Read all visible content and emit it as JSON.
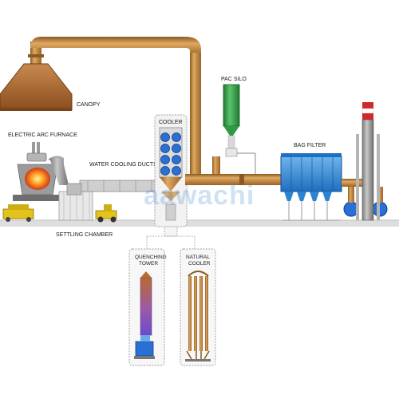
{
  "labels": {
    "canopy": "CANOPY",
    "electric_arc_furnace": "ELECTRIC ARC FURNACE",
    "water_cooling_ducts": "WATER COOLING DUCTS",
    "settling_chamber": "SETTLING CHAMBER",
    "cooler": "COOLER",
    "pac_silo": "PAC SILO",
    "bag_filter": "BAG FILTER",
    "quenching_tower_line1": "QUENCHING",
    "quenching_tower_line2": "TOWER",
    "natural_cooler_line1": "NATURAL",
    "natural_cooler_line2": "COOLER"
  },
  "watermark": "aawachi",
  "colors": {
    "duct": "#c98a3e",
    "duct_dark": "#8a5a22",
    "duct_light": "#e0a860",
    "canopy": "#b06a30",
    "pac_silo": "#2e9a45",
    "bag_filter": "#2b84d1",
    "cooler_box": "#e6e6e6",
    "fan_blue": "#2a6fd6",
    "stack_grey": "#8f8f8f",
    "stack_red": "#d0282c",
    "ground": "#d9d9d9",
    "vehicle_yellow": "#e6c21c"
  }
}
